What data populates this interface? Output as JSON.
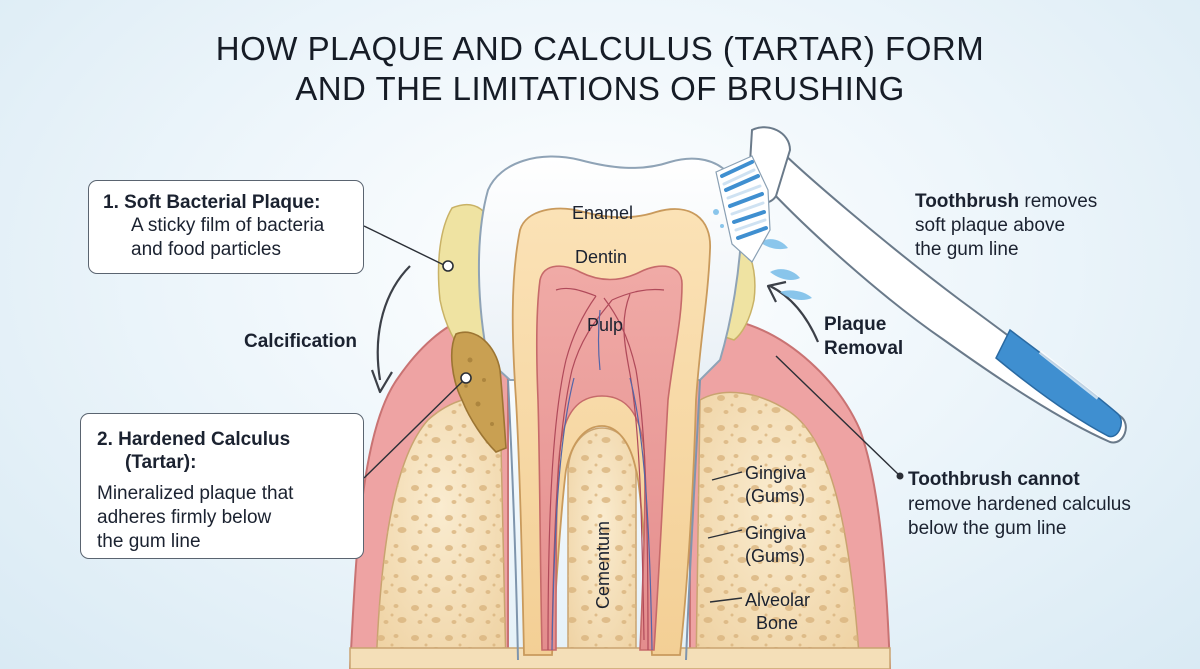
{
  "title": {
    "line1": "HOW PLAQUE AND CALCULUS (TARTAR) FORM",
    "line2": "AND THE LIMITATIONS OF BRUSHING"
  },
  "callouts": {
    "soft_plaque": {
      "title": "1. Soft Bacterial Plaque:",
      "body_line1": "A sticky film of bacteria",
      "body_line2": "and food particles"
    },
    "hard_calculus": {
      "title_line1": "2. Hardened Calculus",
      "title_line2": "(Tartar):",
      "body_line1": "Mineralized plaque that",
      "body_line2": "adheres firmly below",
      "body_line3": "the gum line"
    }
  },
  "labels": {
    "calcification": "Calcification",
    "enamel": "Enamel",
    "dentin": "Dentin",
    "pulp": "Pulp",
    "cementum": "Cementum",
    "gingiva_1_line1": "Gingiva",
    "gingiva_1_line2": "(Gums)",
    "gingiva_2_line1": "Gingiva",
    "gingiva_2_line2": "(Gums)",
    "alveolar_line1": "Alveolar",
    "alveolar_line2": "Bone",
    "plaque_removal_line1": "Plaque",
    "plaque_removal_line2": "Removal"
  },
  "notes": {
    "toothbrush_removes": {
      "bold": "Toothbrush",
      "line1_rest": " removes",
      "line2": "soft plaque above",
      "line3": "the gum line"
    },
    "toothbrush_cannot": {
      "line1": "Toothbrush cannot",
      "line2": "remove hardened calculus",
      "line3": "below the gum line"
    }
  },
  "colors": {
    "gum": "#eea3a3",
    "bone": "#f4dfb8",
    "enamel": "#ffffff",
    "dentin": "#f7d7a6",
    "pulp": "#eb9a9a",
    "plaque": "#efe3a2",
    "calculus": "#c9a052",
    "brush_blue": "#3f8fd0"
  }
}
